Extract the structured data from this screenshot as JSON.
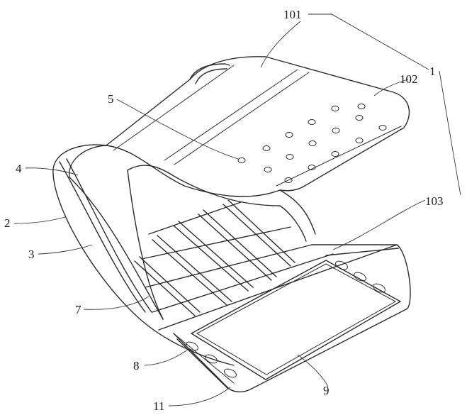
{
  "figure": {
    "labels": {
      "l1": "1",
      "l101": "101",
      "l102": "102",
      "l103": "103",
      "l2": "2",
      "l3": "3",
      "l4": "4",
      "l5": "5",
      "l7": "7",
      "l8": "8",
      "l9": "9",
      "l11": "11"
    }
  }
}
